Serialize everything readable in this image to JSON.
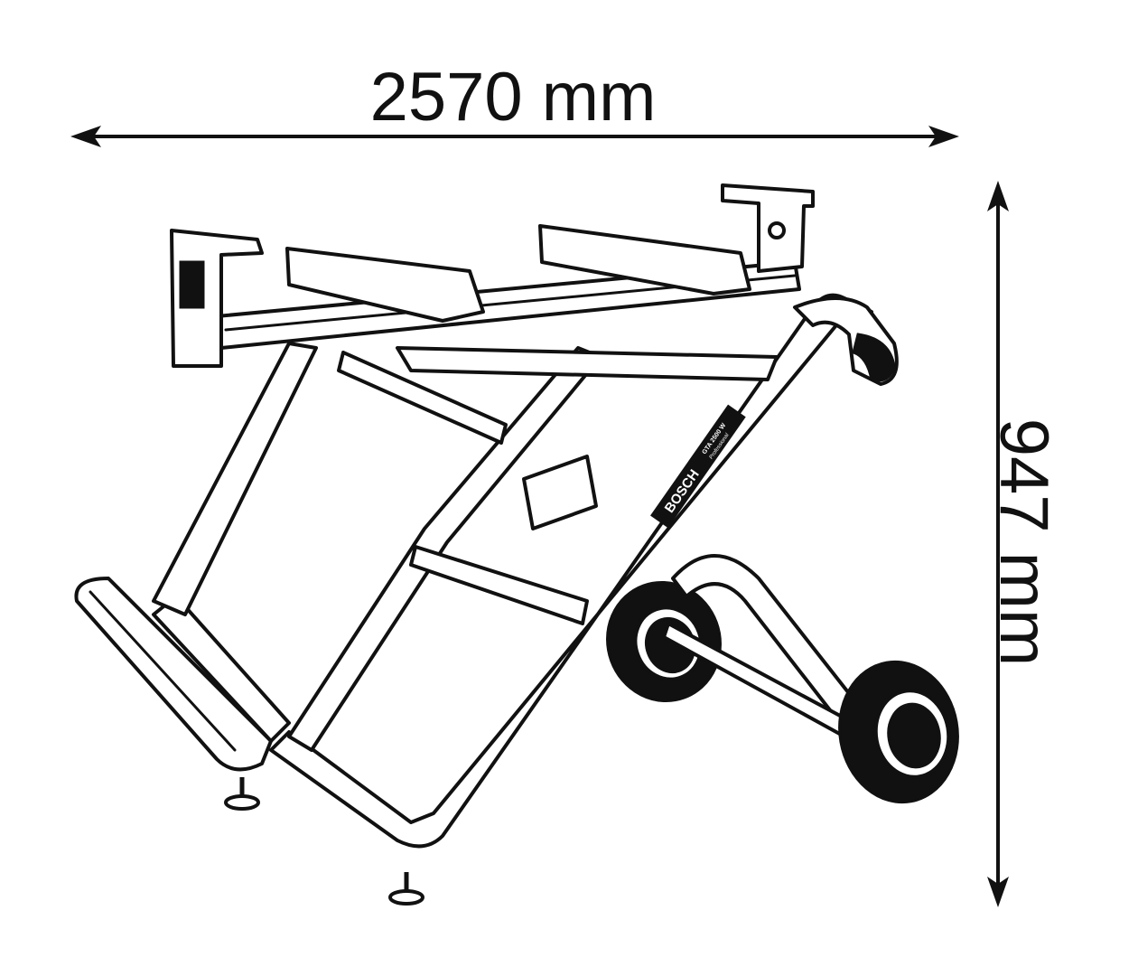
{
  "dimensions": {
    "width_label": "2570 mm",
    "height_label": "947 mm"
  },
  "product": {
    "brand_logo": "BOSCH",
    "model_label": "GTA 2500 W",
    "model_sublabel": "Professional"
  },
  "colors": {
    "line": "#111111",
    "background": "#ffffff"
  }
}
